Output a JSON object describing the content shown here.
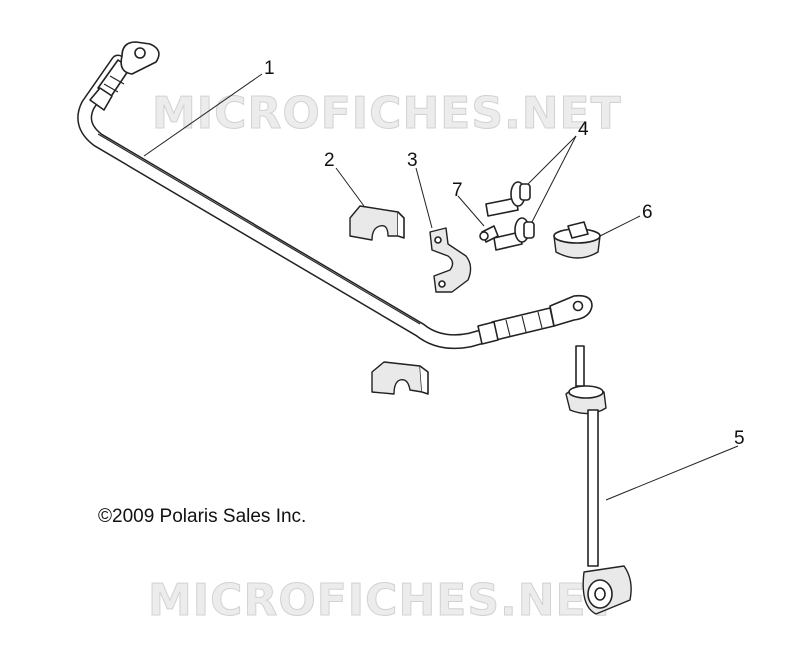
{
  "watermark": "MICROFICHES.NET",
  "copyright": "©2009 Polaris Sales Inc.",
  "callouts": [
    {
      "number": "1",
      "part": "stabilizer-bar"
    },
    {
      "number": "2",
      "part": "bushing"
    },
    {
      "number": "3",
      "part": "bracket"
    },
    {
      "number": "4",
      "part": "bolt"
    },
    {
      "number": "5",
      "part": "link-rod"
    },
    {
      "number": "6",
      "part": "nut"
    },
    {
      "number": "7",
      "part": "grease-fitting"
    }
  ]
}
